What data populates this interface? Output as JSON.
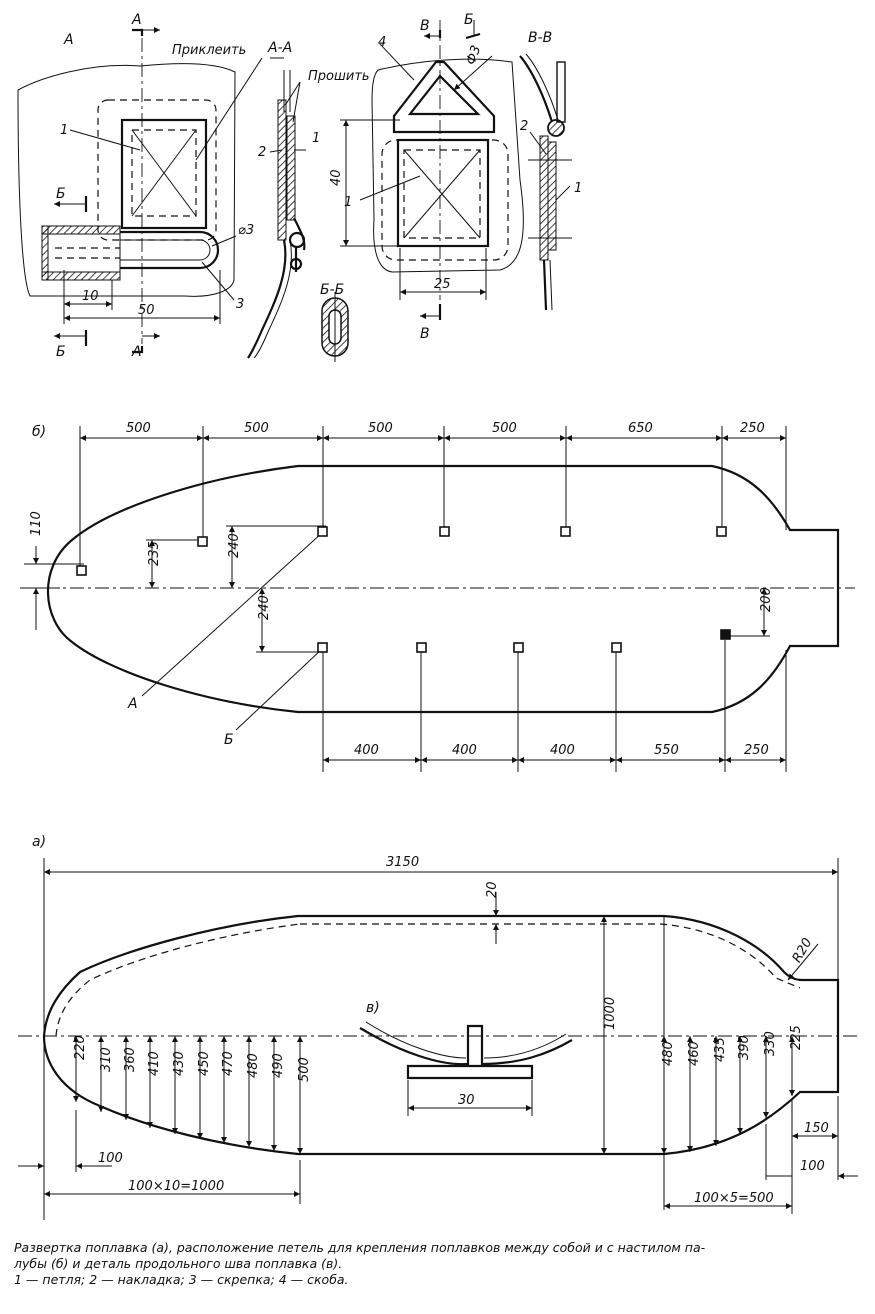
{
  "detail": {
    "view_a": "А",
    "cut_a_top": "А",
    "cut_a_bottom": "А",
    "cut_b_left_top": "Б",
    "cut_b_left_bottom": "Б",
    "cut_b_right": "Б",
    "cut_v_top": "В",
    "cut_v_bottom": "В",
    "section_aa": "А-А",
    "section_bb": "Б-Б",
    "section_vv": "В-В",
    "glue": "Приклеить",
    "stitch": "Прошить",
    "dia_left": "⌀3",
    "dia_right": "Ф3",
    "d10": "10",
    "d50": "50",
    "d40": "40",
    "d25": "25",
    "callouts": [
      "1",
      "1",
      "2",
      "3",
      "1",
      "4",
      "2",
      "1"
    ]
  },
  "deck": {
    "label": "б)",
    "top_dims": [
      "500",
      "500",
      "500",
      "500",
      "650",
      "250"
    ],
    "bottom_dims": [
      "400",
      "400",
      "400",
      "550",
      "250"
    ],
    "d110": "110",
    "d235": "235",
    "d240a": "240",
    "d240b": "240",
    "d200": "200",
    "callout_a": "А",
    "callout_b": "Б"
  },
  "pattern": {
    "label": "а)",
    "total": "3150",
    "d20": "20",
    "r20": "R20",
    "d1000": "1000",
    "left_ords": [
      "220",
      "310",
      "360",
      "410",
      "430",
      "450",
      "470",
      "480",
      "490",
      "500"
    ],
    "right_ords": [
      "480",
      "460",
      "435",
      "390",
      "330",
      "225"
    ],
    "d100_left": "100",
    "d1000_sum": "100×10=1000",
    "d100_right": "100",
    "d150": "150",
    "d500_sum": "100×5=500",
    "seam_label": "в)",
    "d30": "30"
  },
  "caption": {
    "line1": "Развертка поплавка (а), расположение петель для крепления поплавков между собой и с настилом па-",
    "line2": "лубы (б) и деталь продольного шва поплавка (в).",
    "line3": "1 — петля; 2 — накладка; 3 — скрепка; 4 — скоба."
  }
}
